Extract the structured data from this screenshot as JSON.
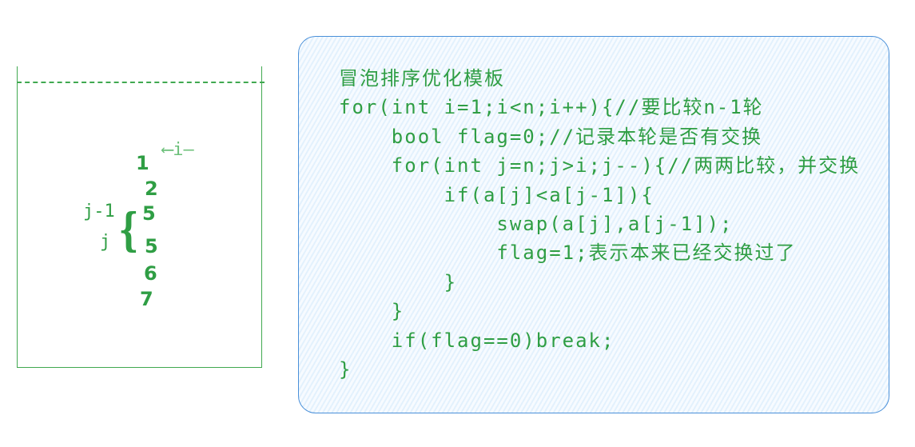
{
  "stack": {
    "values": [
      "1",
      "2",
      "5",
      "5",
      "6",
      "7"
    ],
    "pointer_label": "i",
    "j_minus_1_label": "j-1",
    "j_label": "j"
  },
  "code": {
    "title": "冒泡排序优化模板",
    "lines": [
      "for(int i=1;i<n;i++){//要比较n-1轮",
      "    bool flag=0;//记录本轮是否有交换",
      "    for(int j=n;j>i;j--){//两两比较，并交换",
      "        if(a[j]<a[j-1]){",
      "            swap(a[j],a[j-1]);",
      "            flag=1;表示本来已经交换过了",
      "        }",
      "    }",
      "    if(flag==0)break;",
      "}"
    ]
  }
}
